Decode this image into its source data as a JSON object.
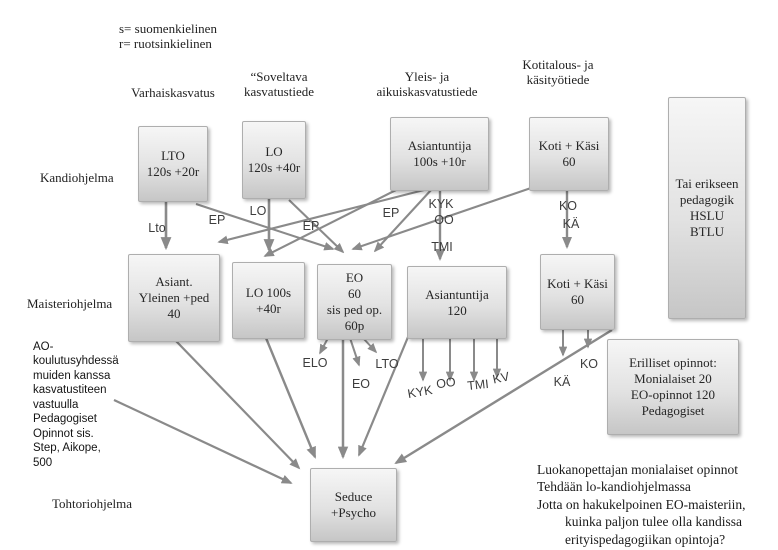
{
  "title_note": "s= suomenkielinen\nr= ruotsinkielinen",
  "column_headers": {
    "varhaiskasvatus": "Varhaiskasvatus",
    "soveltava": "“Soveltava\nkasvatustiede",
    "yleis": "Yleis- ja\naikuiskasvatustiede",
    "kotitalous": "Kotitalous- ja\nkäsityötiede"
  },
  "row_labels": {
    "kandi": "Kandiohjelma",
    "maisteri": "Maisteriohjelma",
    "tohtori": "Tohtoriohjelma"
  },
  "boxes": {
    "lto": "LTO\n120s +20r",
    "lo": "LO\n120s +40r",
    "asiantuntija": "Asiantuntija\n100s +10r",
    "koti_kasi": "Koti + Käsi\n60",
    "tai_erikseen": "Tai erikseen\npedagogik\nHSLU\nBTLU",
    "asiant_yleinen": "Asiant.\nYleinen +ped\n40",
    "lo_100s": "LO 100s\n+40r",
    "eo": "EO\n60\nsis ped op.\n60p",
    "asiantuntija_120": "Asiantuntija\n120",
    "koti_kasi_60": "Koti + Käsi\n60",
    "erilliset": "Erilliset opinnot:\nMonialaiset 20\nEO-opinnot 120\nPedagogiset",
    "seduce": "Seduce\n+Psycho"
  },
  "arrow_labels": {
    "lto": "Lto",
    "ep1": "EP",
    "lo": "LO",
    "ep2": "EP",
    "ep3": "EP",
    "kyk": "KYK",
    "oo": "OO",
    "tmi": "TMI",
    "ko": "KO",
    "ka": "KÄ",
    "elo_out": "ELO",
    "eo_out": "EO",
    "lto_out": "LTO",
    "kyk_out": "KYK",
    "oo_out": "OO",
    "tmi_out": "TMI",
    "kv_out": "KV",
    "ko_out": "KO",
    "ka_out": "KÄ"
  },
  "ao_note": "AO-\nkoulutusyhdessä\nmuiden kanssa\nkasvatustiteen\nvastuulla\nPedagogiset\nOpinnot sis.\nStep, Aikope,\n500",
  "bottom_note": {
    "lines": [
      "Luokanopettajan monialaiset opinnot",
      "Tehdään lo-kandiohjelmassa",
      "Jotta on hakukelpoinen EO-maisteriin,",
      "kuinka paljon tulee olla kandissa",
      "erityispedagogiikan opintoja?"
    ]
  },
  "colors": {
    "arrow": "#8a8a8a",
    "box_border": "#aeaeae",
    "box_fill_top": "#f6f6f6",
    "box_fill_bottom": "#c6c6c6",
    "text": "#262626"
  }
}
